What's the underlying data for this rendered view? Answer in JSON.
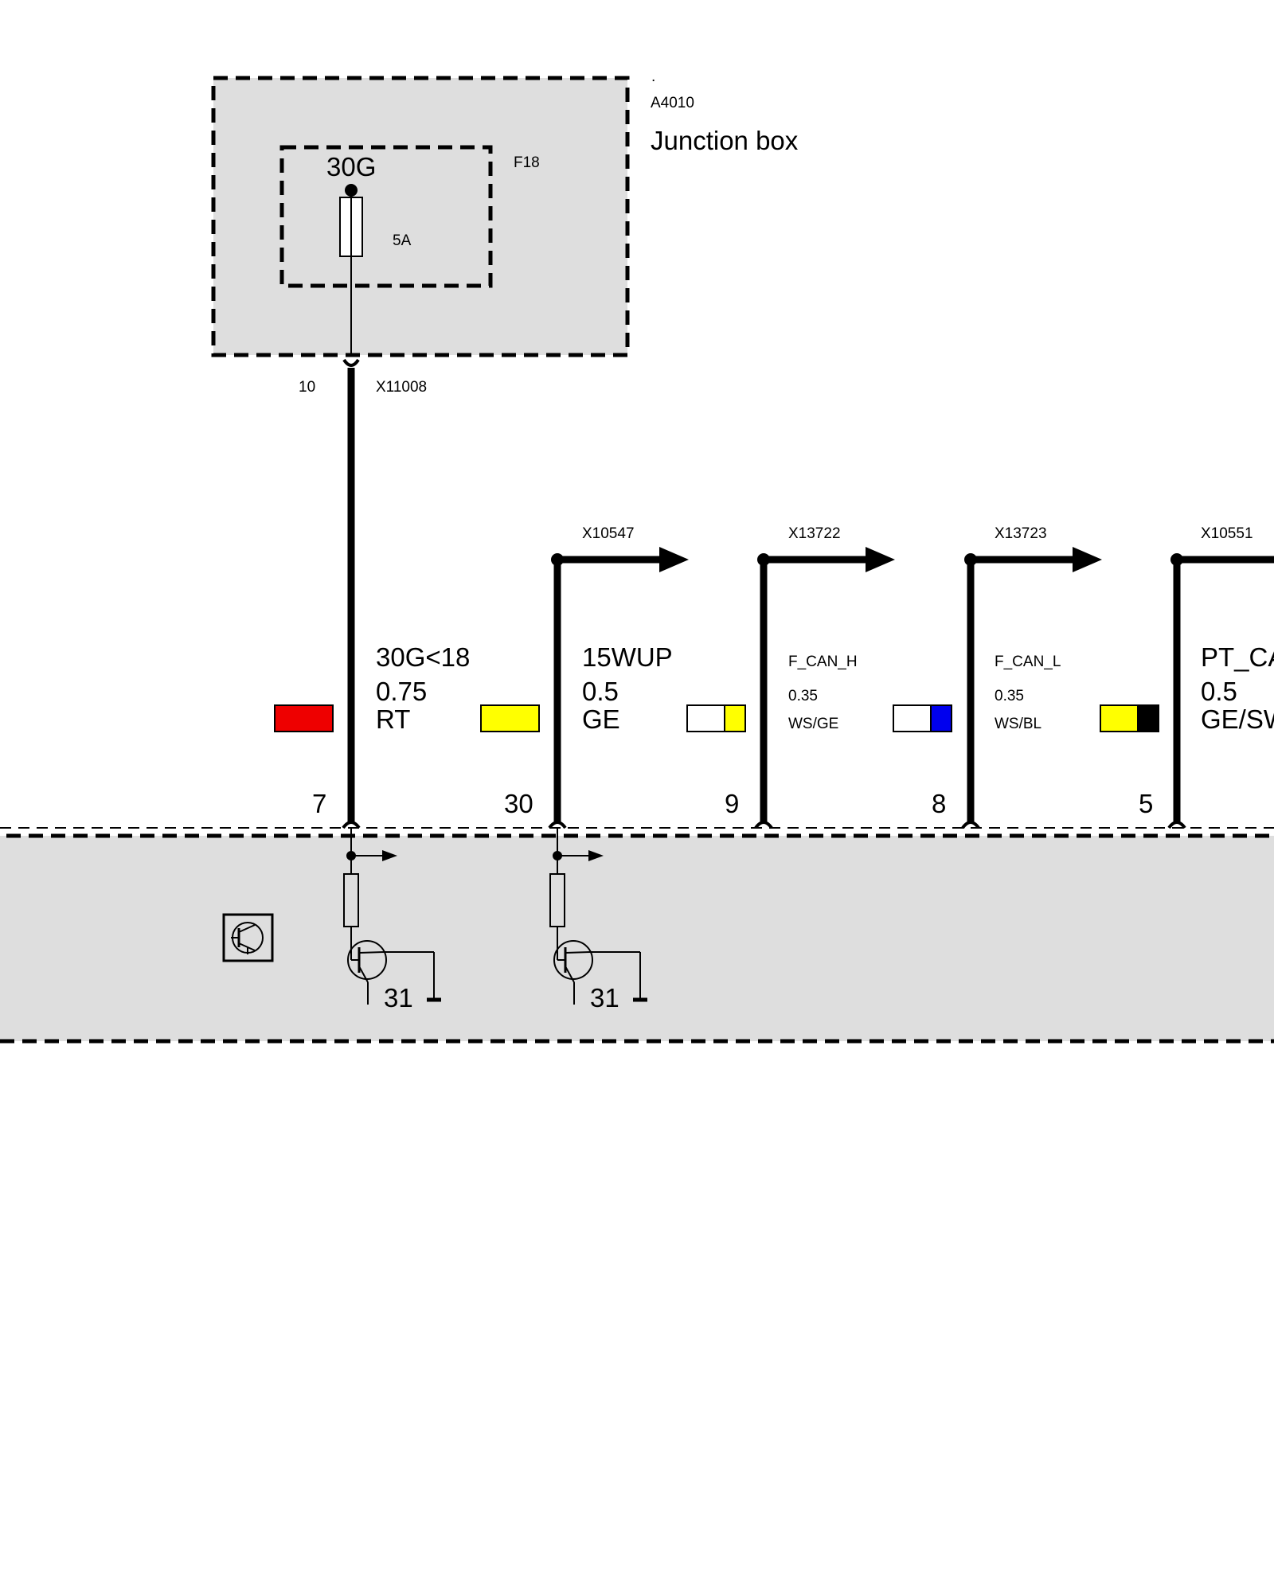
{
  "junction_box": {
    "dot": ".",
    "id": "A4010",
    "name": "Junction box",
    "fuse_id": "F18",
    "fuse_terminal": "30G",
    "fuse_rating": "5A",
    "out_pin": "10",
    "out_connector": "X11008"
  },
  "wires": [
    {
      "signal": "30G<18",
      "size": "0.75",
      "color_code": "RT",
      "pin": "7",
      "colors": [
        "#ee0000"
      ],
      "connector": ""
    },
    {
      "signal": "15WUP",
      "size": "0.5",
      "color_code": "GE",
      "pin": "30",
      "colors": [
        "#ffff00"
      ],
      "connector": "X10547"
    },
    {
      "signal": "F_CAN_H",
      "size": "0.35",
      "color_code": "WS/GE",
      "pin": "9",
      "colors": [
        "#ffffff",
        "#ffff00"
      ],
      "connector": "X13722"
    },
    {
      "signal": "F_CAN_L",
      "size": "0.35",
      "color_code": "WS/BL",
      "pin": "8",
      "colors": [
        "#ffffff",
        "#0000ee"
      ],
      "connector": "X13723"
    },
    {
      "signal": "PT_CA",
      "size": "0.5",
      "color_code": "GE/SW",
      "pin": "5",
      "colors": [
        "#ffff00",
        "#000000"
      ],
      "connector": "X10551"
    }
  ],
  "module": {
    "ground_label_1": "31",
    "ground_label_2": "31"
  }
}
